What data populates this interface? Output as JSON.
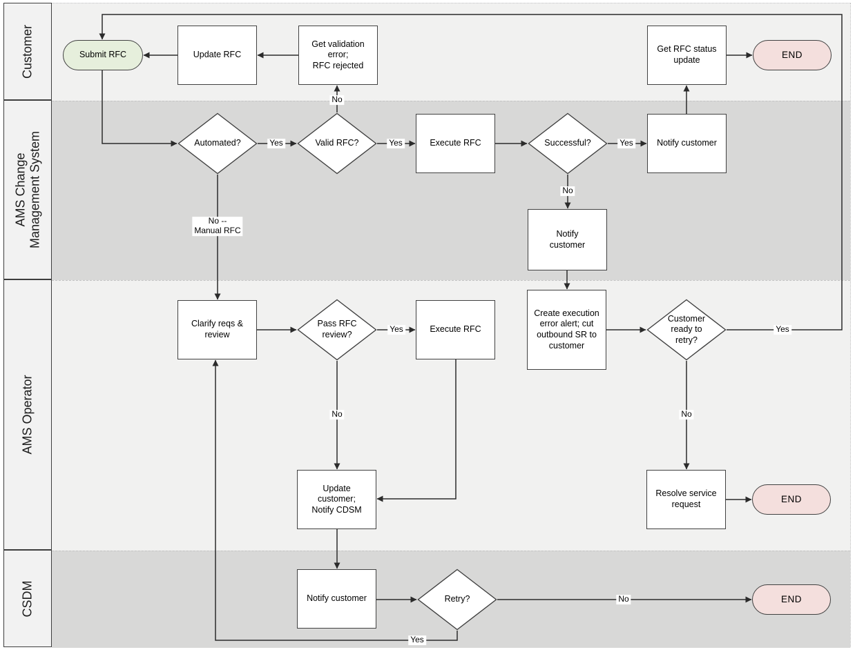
{
  "lanes": [
    {
      "label": "Customer"
    },
    {
      "label": "AMS Change\nManagement System"
    },
    {
      "label": "AMS Operator"
    },
    {
      "label": "CSDM"
    }
  ],
  "nodes": {
    "submit_rfc": {
      "label": "Submit RFC",
      "type": "start"
    },
    "update_rfc": {
      "label": "Update RFC",
      "type": "process"
    },
    "get_validation_error": {
      "label": "Get validation error;\nRFC rejected",
      "type": "process"
    },
    "get_rfc_status": {
      "label": "Get RFC status update",
      "type": "process"
    },
    "end_customer": {
      "label": "END",
      "type": "end"
    },
    "automated": {
      "label": "Automated?",
      "type": "decision"
    },
    "valid_rfc": {
      "label": "Valid RFC?",
      "type": "decision"
    },
    "execute_rfc_auto": {
      "label": "Execute RFC",
      "type": "process"
    },
    "successful": {
      "label": "Successful?",
      "type": "decision"
    },
    "notify_customer_success": {
      "label": "Notify customer",
      "type": "process"
    },
    "notify_customer_fail": {
      "label": "Notify customer",
      "type": "process"
    },
    "clarify_reqs": {
      "label": "Clarify reqs & review",
      "type": "process"
    },
    "pass_rfc_review": {
      "label": "Pass RFC review?",
      "type": "decision"
    },
    "execute_rfc_manual": {
      "label": "Execute RFC",
      "type": "process"
    },
    "create_error_alert": {
      "label": "Create execution error alert; cut outbound SR to customer",
      "type": "process"
    },
    "customer_ready_retry": {
      "label": "Customer ready to retry?",
      "type": "decision"
    },
    "update_customer_notify_cdsm": {
      "label": "Update customer;\nNotify CDSM",
      "type": "process"
    },
    "resolve_service_request": {
      "label": "Resolve service request",
      "type": "process"
    },
    "end_operator": {
      "label": "END",
      "type": "end"
    },
    "notify_customer_csdm": {
      "label": "Notify customer",
      "type": "process"
    },
    "retry": {
      "label": "Retry?",
      "type": "decision"
    },
    "end_csdm": {
      "label": "END",
      "type": "end"
    }
  },
  "edge_labels": {
    "automated_yes": "Yes",
    "automated_no": "No --\nManual RFC",
    "valid_rfc_no": "No",
    "valid_rfc_yes": "Yes",
    "successful_yes": "Yes",
    "successful_no": "No",
    "ready_retry_yes": "Yes",
    "ready_retry_no": "No",
    "pass_review_yes": "Yes",
    "pass_review_no": "No",
    "retry_no": "No",
    "retry_yes": "Yes"
  },
  "colors": {
    "lane_light": "#f1f1f0",
    "lane_dark": "#d8d8d7",
    "start_fill": "#e6efdc",
    "end_fill": "#f4dfdd",
    "shape_border": "#404040",
    "connector": "#2b2b2b"
  }
}
